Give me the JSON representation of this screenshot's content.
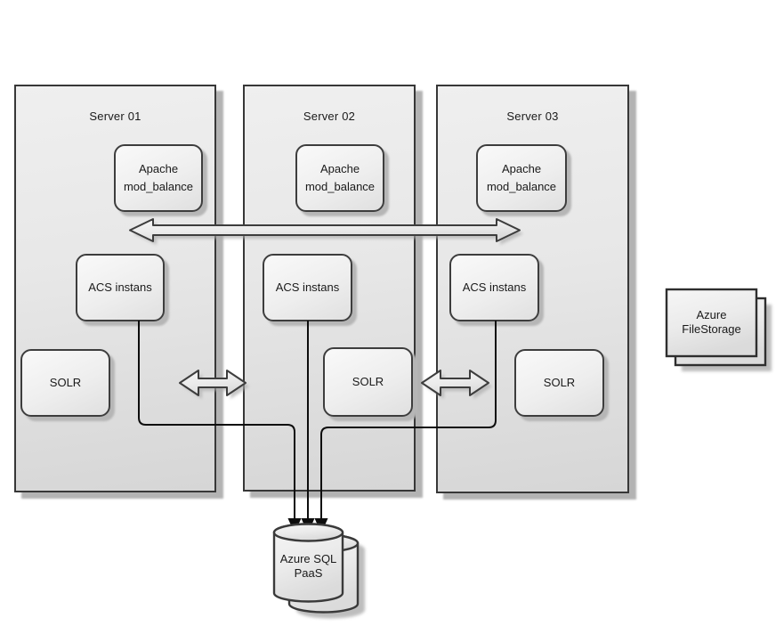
{
  "servers": [
    {
      "label": "Server 01",
      "apache": "Apache\nmod_balance",
      "acs": "ACS instans",
      "solr": "SOLR"
    },
    {
      "label": "Server 02",
      "apache": "Apache\nmod_balance",
      "acs": "ACS instans",
      "solr": "SOLR"
    },
    {
      "label": "Server 03",
      "apache": "Apache\nmod_balance",
      "acs": "ACS instans",
      "solr": "SOLR"
    }
  ],
  "database": {
    "label": "Azure SQL\nPaaS"
  },
  "file_storage": {
    "label": "Azure\nFileStorage"
  },
  "colors": {
    "panel_fill_top": "#efefef",
    "panel_fill_bottom": "#d6d6d6",
    "node_border": "#3d3d3d",
    "shadow": "#b3b3b3",
    "connector_line": "#000000",
    "arrow_fill": "#ebebeb",
    "background": "#ffffff"
  }
}
